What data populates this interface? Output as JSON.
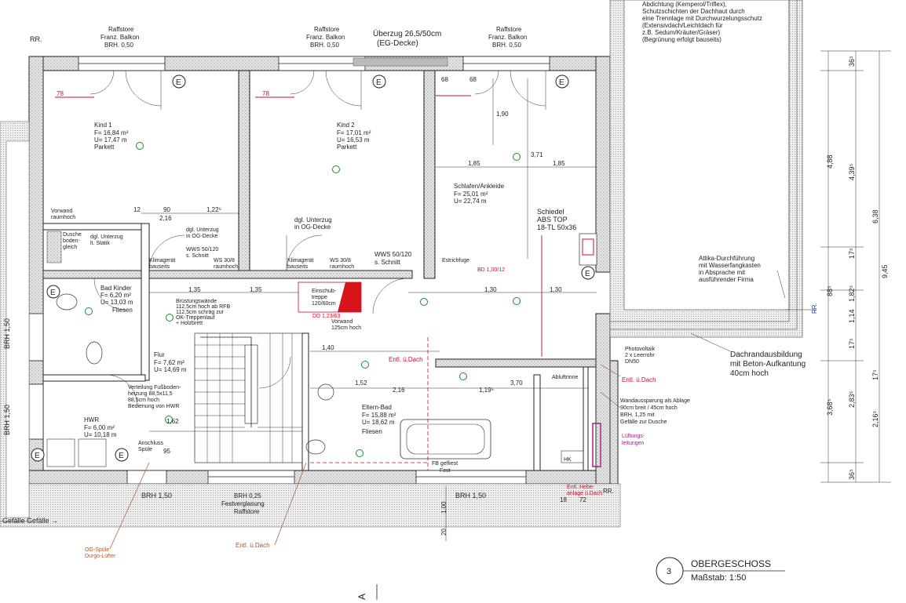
{
  "title_block": {
    "number": "3",
    "title": "OBERGESCHOSS",
    "scale": "Maßstab: 1:50"
  },
  "rooms": [
    {
      "name": "Kind 1",
      "area": "F= 16,84 m²",
      "perimeter": "U= 17,47 m",
      "floor": "Parkett"
    },
    {
      "name": "Kind 2",
      "area": "F= 17,01 m²",
      "perimeter": "U= 16,53 m",
      "floor": "Parkett"
    },
    {
      "name": "Schlafen/Ankleide",
      "area": "F= 25,01 m²",
      "perimeter": "U= 22,74 m"
    },
    {
      "name": "Bad Kinder",
      "area": "F= 6,20 m²",
      "perimeter": "U= 13,03 m",
      "floor": "Fliesen"
    },
    {
      "name": "Flur",
      "area": "F= 7,62 m²",
      "perimeter": "U= 14,69 m"
    },
    {
      "name": "Eltern-Bad",
      "area": "F= 15,88 m²",
      "perimeter": "U= 18,62 m",
      "floor": "Fliesen"
    },
    {
      "name": "HWR",
      "area": "F= 6,00 m²",
      "perimeter": "U= 10,18 m"
    }
  ],
  "labels": {
    "raffstore": "Raffstore",
    "balkon": "Franz. Balkon",
    "brh050": "BRH. 0,50",
    "unterzug_top": "Überzug 26,5/50cm",
    "unterzug_top2": "(EG-Decke)",
    "roof_note": [
      "Abdichtung (Kemperol/Triflex),",
      "Schutzschichten der Dachhaut durch",
      "eine Trennlage mit Durchwurzelungsschutz",
      "(Extensivdach/Leichtdach für",
      "z.B. Sedum/Kräuter/Gräser)",
      "(Begrünung erfolgt bauseits)"
    ],
    "schiedel": [
      "Schiedel",
      "ABS TOP",
      "18-TL 50x36"
    ],
    "attika": [
      "Attika-Durchführung",
      "mit Wasserfangkasten",
      "in Absprache mit",
      "ausführender Firma"
    ],
    "dachrand": [
      "Dachrandausbildung",
      "mit Beton-Aufkantung",
      "40cm hoch"
    ],
    "photovoltaik": [
      "Photovoltaik",
      "2 x Leerrohr",
      "DN50"
    ],
    "entl_dach": "Entl. ü.Dach",
    "wandaussparung": [
      "Wandaussparung als Ablage",
      "90cm breit / 45cm hoch",
      "BRH. 1,25 mit",
      "Gefälle zur Dusche"
    ],
    "lueftung": [
      "Lüftungs-",
      "leitungen"
    ],
    "og_spuele": [
      "OG-Spüle",
      "Durgo-Lüfter"
    ],
    "festverglasung": [
      "BRH 0,25",
      "Festverglasung",
      "Raffstore"
    ],
    "brh150": "BRH 1,50",
    "gefaelle": "Gefälle  Gefälle →",
    "abschnitt": "A",
    "vorwand_raumhoch": [
      "Vorwand",
      "raumhoch"
    ],
    "dusche_gleich": [
      "Dusche",
      "boden-",
      "gleich"
    ],
    "statik": [
      "dgl. Unterzug",
      "lt. Statik"
    ],
    "klima": [
      "Klimagerät",
      "bauseits"
    ],
    "wws1": [
      "WWS 50/120",
      "s. Schnitt"
    ],
    "wws2": [
      "WS 30/8",
      "raumhoch"
    ],
    "unterzug_og": [
      "dgl. Unterzug",
      "in OG-Decke"
    ],
    "einschub": [
      "Einschub-",
      "treppe",
      "120/60cm"
    ],
    "dd1": "DD 1,23/63",
    "vorwand125": [
      "Vorwand",
      "125cm hoch"
    ],
    "estrichfuge": "Estrichfuge",
    "bd_top": "BD 1,00/12",
    "verteilung": [
      "Verteilung Fußboden-",
      "heizung 88,5x11,5",
      "88,5cm hoch",
      "Bedienung von HWR"
    ],
    "anschluss": [
      "Anschluss",
      "Spüle"
    ],
    "fb_gefliest": [
      "FB gefliest",
      "Fest"
    ],
    "abluftrinne": "Abluftrinne",
    "hk": "HK",
    "entl_hebe": [
      "Entl. Hebe-",
      "anlage ü.Dach"
    ],
    "bruestung": [
      "Brüstungswände",
      "112,5cm hoch ab RFB",
      "112,5cm schräg zur",
      "OK-Treppenlauf",
      "+ Holzbrett"
    ],
    "rr": "RR.",
    "rr_top": "RR."
  },
  "dimensions": {
    "right_chain1": [
      "36⁵",
      "4,88",
      "4,39⁵",
      "17⁵",
      "88⁵",
      "1,82⁵",
      "1,14",
      "17⁵",
      "3,68⁵",
      "2,83⁵",
      "2,16⁵",
      "17⁵",
      "36⁵"
    ],
    "right_totals": [
      "6,38",
      "9,45"
    ],
    "misc": [
      "78",
      "78",
      "68",
      "68",
      "1,90",
      "3,71",
      "1,85",
      "1,85",
      "90",
      "2,16",
      "1,22⁵",
      "12",
      "1,35",
      "1,35",
      "1,30",
      "1,30",
      "1,40",
      "1,52",
      "2,16",
      "3,70",
      "1,19⁵",
      "1,62",
      "95",
      "1,00",
      "72",
      "18",
      "20"
    ]
  }
}
